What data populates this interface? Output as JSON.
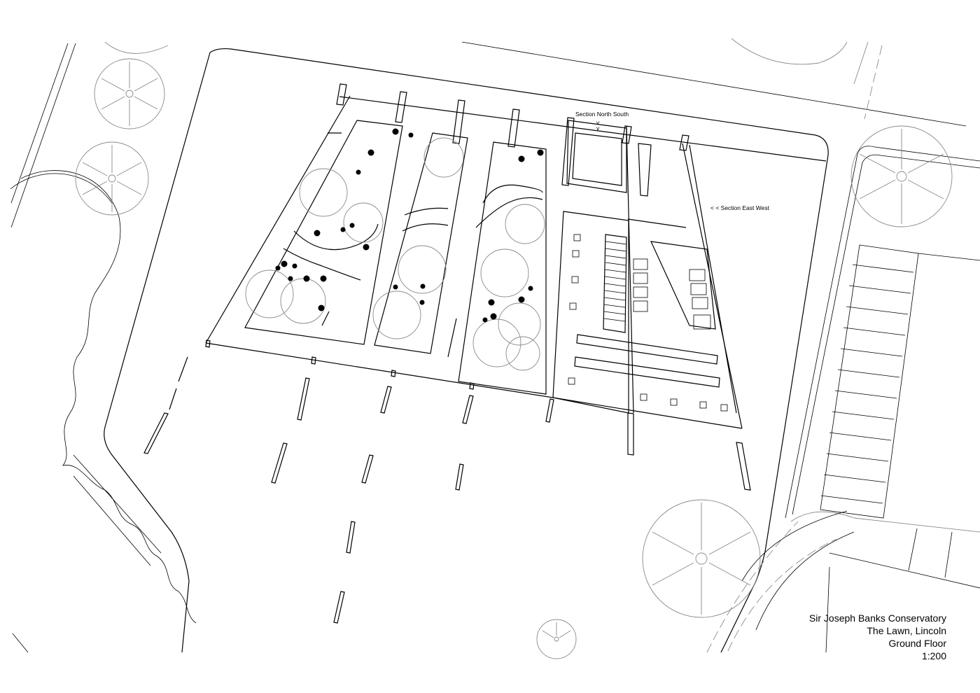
{
  "drawing": {
    "title": "Sir Joseph Banks Conservatory",
    "location": "The Lawn, Lincoln",
    "floor": "Ground Floor",
    "scale": "1:200"
  },
  "annotations": {
    "section_ns": "Section North South",
    "section_ns_marker": "v",
    "section_ew": "< < Section East West"
  }
}
